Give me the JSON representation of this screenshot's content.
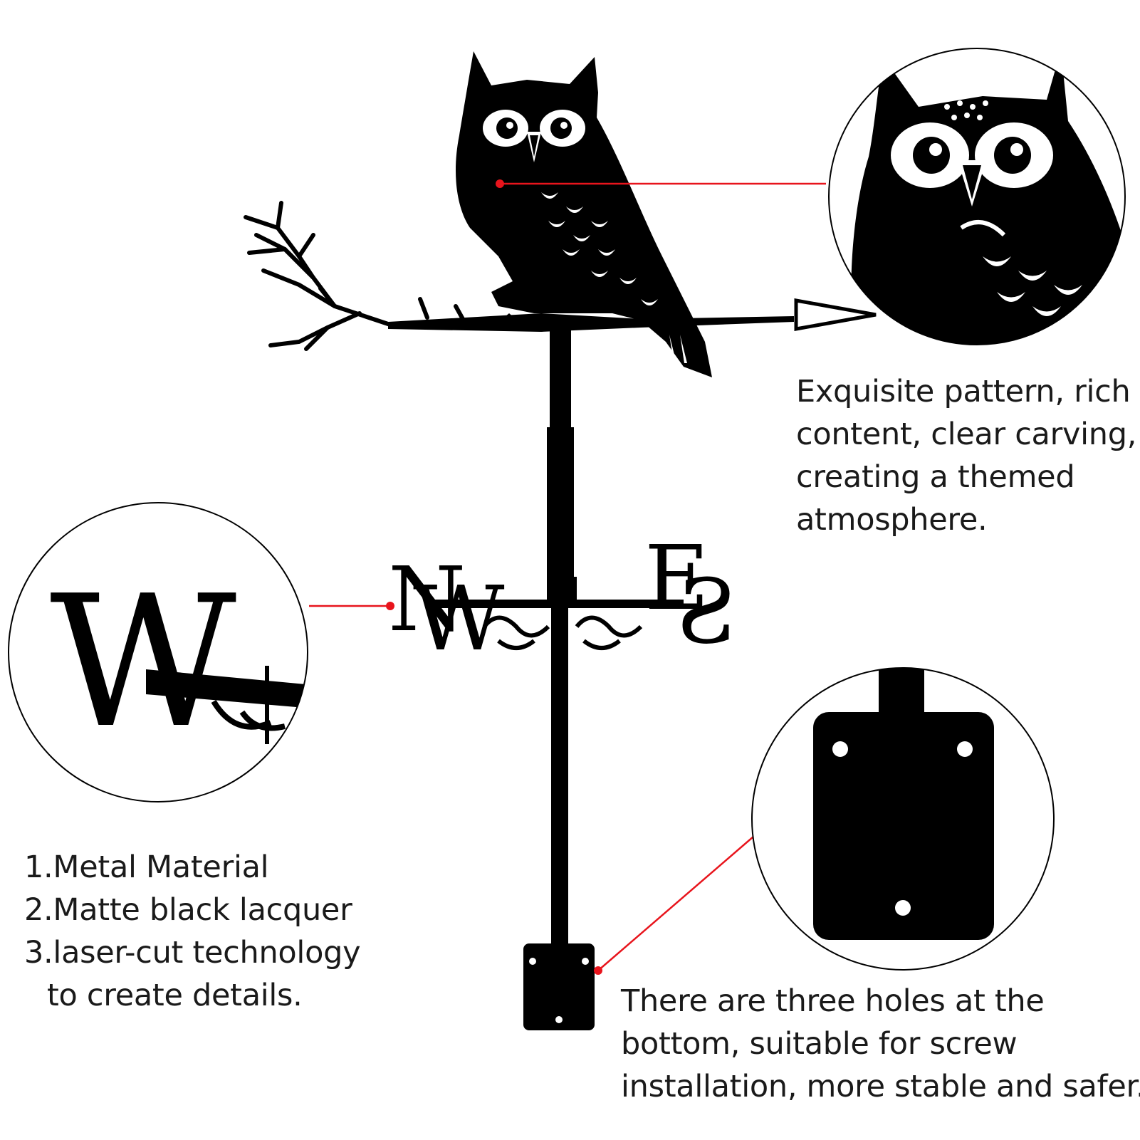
{
  "colors": {
    "metal": "#000000",
    "callout": "#e8141c",
    "text": "#1a1a1a",
    "background": "#ffffff"
  },
  "vane": {
    "letters": {
      "west": "W",
      "north": "N",
      "east": "E",
      "south": "S"
    }
  },
  "zoom_callouts": {
    "detail_letter": "W"
  },
  "captions": {
    "owl_detail": [
      "Exquisite pattern, rich",
      "content, clear carving,",
      "creating a themed",
      "atmosphere."
    ],
    "material_features": [
      "1.Metal Material",
      "2.Matte black lacquer",
      "3.laser-cut technology",
      "to create details."
    ],
    "mounting_plate": [
      "There are three holes at the",
      "bottom, suitable for screw",
      "installation, more stable and safer."
    ]
  },
  "icons": [
    "owl-silhouette",
    "branch",
    "arrow-pointer",
    "compass-letters",
    "mounting-plate",
    "screw-hole"
  ]
}
